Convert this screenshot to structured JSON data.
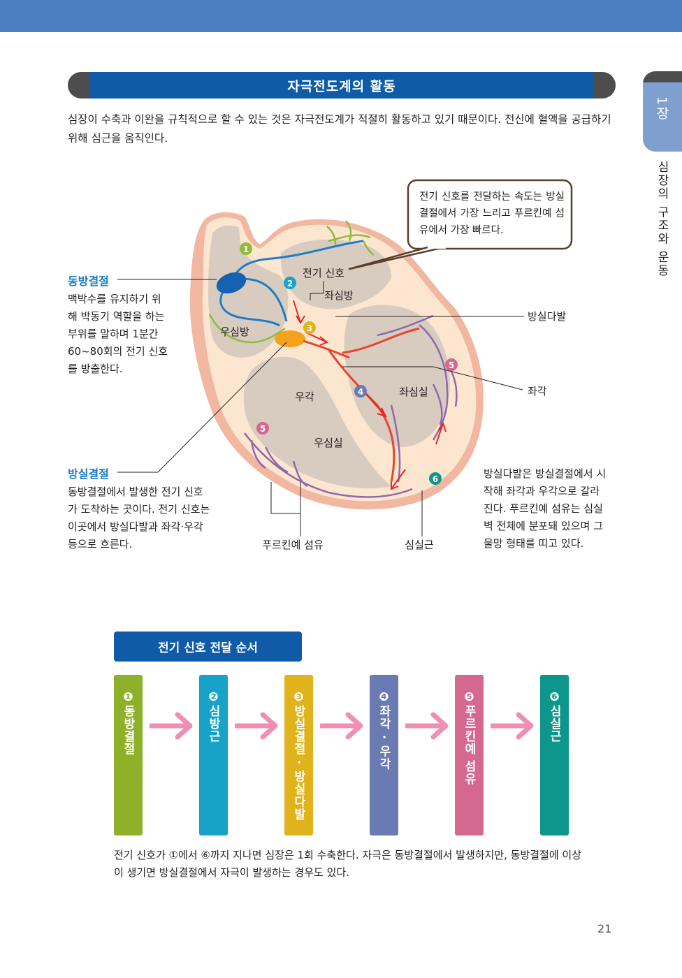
{
  "section_title": "자극전도계의 활동",
  "intro": "심장이 수축과 이완을 규칙적으로 할 수 있는 것은 자극전도계가 적절히 활동하고 있기 때문이다. 전신에 혈액을 공급하기 위해 심근을 움직인다.",
  "side_tab": {
    "chapter": "1장",
    "title": "심장의 구조와 운동"
  },
  "callout": "전기 신호를 전달하는 속도는 방실결절에서 가장 느리고 푸르킨예 섬유에서 가장 빠르다.",
  "diagram_labels": {
    "signal": "전기 신호",
    "left_atrium": "좌심방",
    "right_atrium": "우심방",
    "right_bundle": "우각",
    "left_ventricle": "좌심실",
    "right_ventricle": "우심실",
    "his_bundle": "방실다발",
    "left_bundle": "좌각",
    "purkinje": "푸르킨예 섬유",
    "myocardium": "심실근"
  },
  "markers": [
    "1",
    "2",
    "3",
    "4",
    "5",
    "5",
    "6"
  ],
  "sa_node": {
    "title": "동방결절",
    "desc_lines": [
      "맥박수를 유지하기 위",
      "해 박동기 역할을 하는",
      "부위를 말하며 1분간",
      "60~80회의 전기 신호",
      "를 방출한다."
    ]
  },
  "av_node": {
    "title": "방실결절",
    "desc_lines": [
      "동방결절에서 발생한 전기 신호",
      "가 도착하는 곳이다. 전기 신호는",
      "이곳에서 방실다발과 좌각·우각",
      "등으로 흐른다."
    ]
  },
  "his_desc_lines": [
    "방실다발은 방실결절에서 시",
    "작해 좌각과 우각으로 갈라",
    "진다. 푸르킨예 섬유는 심실",
    "벽 전체에 분포돼 있으며 그",
    "물망 형태를 띠고 있다."
  ],
  "flow": {
    "title": "전기 신호 전달 순서",
    "steps": [
      {
        "num": "❶",
        "label": "동방결절",
        "color": "#8fb12a"
      },
      {
        "num": "❷",
        "label": "심방근",
        "color": "#17a2c8"
      },
      {
        "num": "❸",
        "label": "방실결절 · 방실다발",
        "color": "#e0b21c"
      },
      {
        "num": "❹",
        "label": "좌각 · 우각",
        "color": "#6a7ab2"
      },
      {
        "num": "❺",
        "label": "푸르킨예 섬유",
        "color": "#d4688f"
      },
      {
        "num": "❻",
        "label": "심실근",
        "color": "#0e968c"
      }
    ],
    "arrow_color": "#ef8fb4"
  },
  "footnote": "전기 신호가 ①에서 ⑥까지 지나면 심장은 1회 수축한다. 자극은 동방결절에서 발생하지만, 동방결절에 이상이 생기면 방실결절에서 자극이 발생하는 경우도 있다.",
  "page_number": "21",
  "colors": {
    "header": "#4a7fc1",
    "title_bar": "#0f5ba8",
    "accent": "#1a7dc4"
  }
}
